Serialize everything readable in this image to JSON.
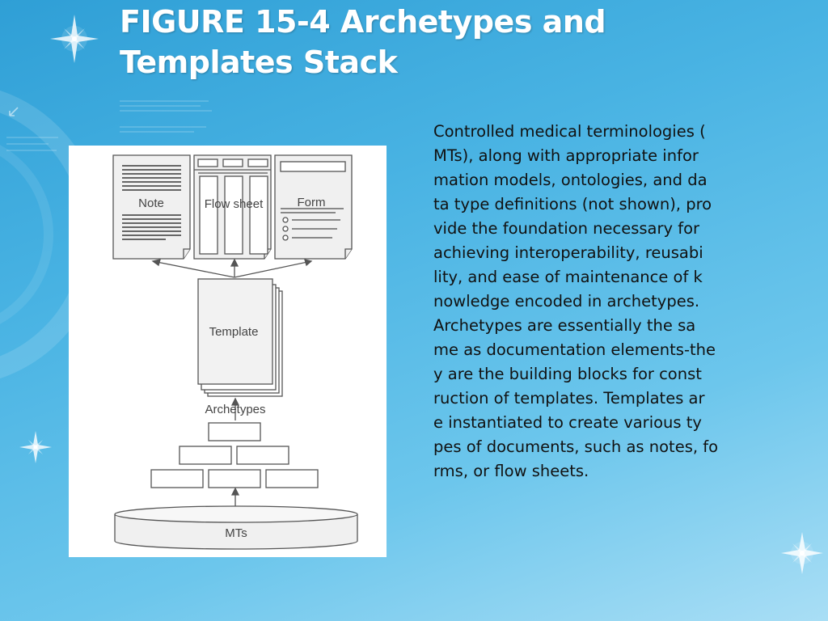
{
  "slide": {
    "title": "FIGURE 15-4 Archetypes and\nTemplates Stack",
    "body_text": "Controlled medical terminologies (\nMTs), along with appropriate infor\nmation models, ontologies, and da\nta type definitions (not shown), pro\nvide the foundation necessary for\nachieving interoperability, reusabi\nlity, and ease of maintenance of k\nnowledge encoded in archetypes.\nArchetypes are essentially the sa\nme as documentation elements-the\ny are the building blocks for const\nruction of templates. Templates ar\ne instantiated to create various ty\npes of documents, such as notes, fo\nrms, or flow sheets."
  },
  "figure": {
    "documents": {
      "note_label": "Note",
      "flowsheet_label": "Flow sheet",
      "form_label": "Form"
    },
    "template_label": "Template",
    "archetypes_label": "Archetypes",
    "mts_label": "MTs"
  },
  "colors": {
    "background_top": "#2f9fd6",
    "background_bottom": "#a9def5",
    "title": "#ffffff",
    "figure_line": "#555555",
    "figure_fill": "#f0f0f0"
  }
}
